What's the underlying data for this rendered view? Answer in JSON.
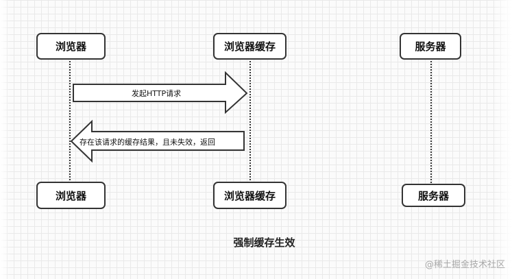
{
  "participants": {
    "browser": "浏览器",
    "browser_cache": "浏览器缓存",
    "server": "服务器"
  },
  "messages": [
    {
      "label": "发起HTTP请求",
      "direction": "right"
    },
    {
      "label": "存在该请求的缓存结果，且未失效，返回",
      "direction": "left"
    }
  ],
  "caption": "强制缓存生效",
  "watermark": "@稀土掘金技术社区",
  "colors": {
    "stroke": "#333333",
    "grid": "#e9e9e9",
    "background": "#fbfbfb",
    "watermark": "#a8a8a8"
  }
}
